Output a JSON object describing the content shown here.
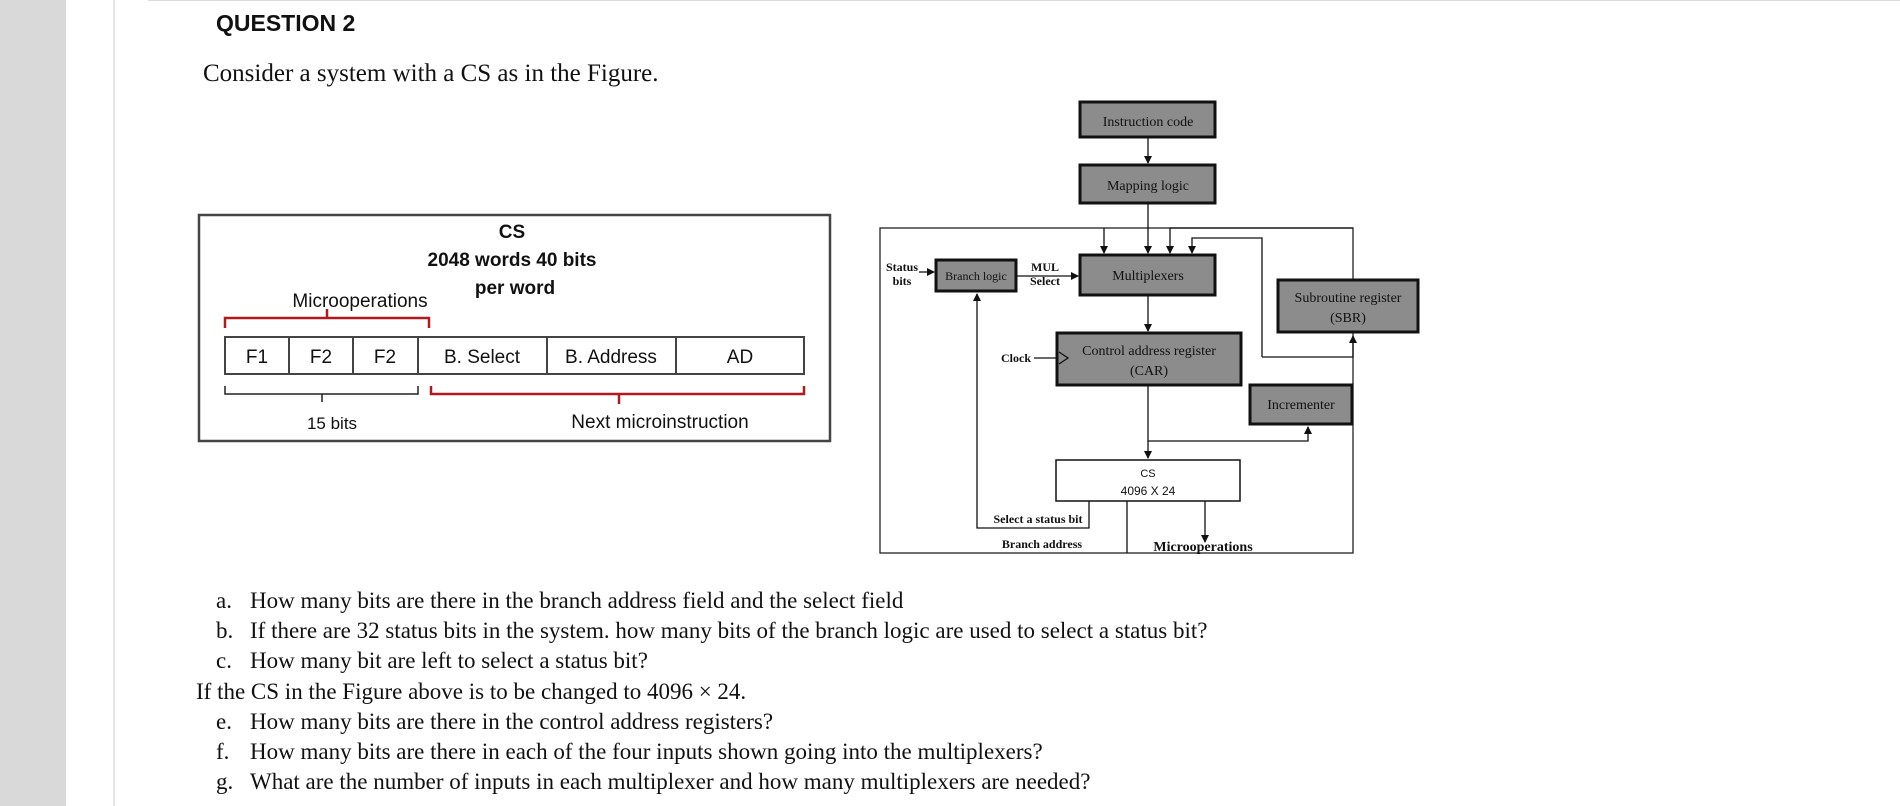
{
  "question": {
    "title": "QUESTION 2",
    "intro": "Consider a system with a CS as in the Figure."
  },
  "cs_format": {
    "header_line1": "CS",
    "header_line2": "2048 words 40 bits",
    "header_line3": "per word",
    "microoperations_label": "Microoperations",
    "fields": [
      "F1",
      "F2",
      "F2",
      "B. Select",
      "B. Address",
      "AD"
    ],
    "bits_label": "15 bits",
    "next_label": "Next microinstruction",
    "bracket_color": "#b0191e"
  },
  "block_diagram": {
    "instruction_code": "Instruction code",
    "mapping_logic": "Mapping logic",
    "status_bits_line1": "Status",
    "status_bits_line2": "bits",
    "branch_logic": "Branch logic",
    "mul_select_line1": "MUL",
    "mul_select_line2": "Select",
    "multiplexers": "Multiplexers",
    "subroutine_line1": "Subroutine register",
    "subroutine_line2": "(SBR)",
    "clock": "Clock",
    "car_line1": "Control address register",
    "car_line2": "(CAR)",
    "incrementer": "Incrementer",
    "cs_line1": "CS",
    "cs_line2": "4096 X 24",
    "select_status_bit": "Select a status bit",
    "branch_address": "Branch address",
    "microoperations": "Microoperations",
    "box_fill": "#8c8c8c"
  },
  "questions": {
    "a": {
      "label": "a.",
      "text": "How many bits are there in the branch address field and the select field"
    },
    "b": {
      "label": "b.",
      "text": "If there are 32 status bits in the system. how many bits of the branch logic are used to select a status bit?"
    },
    "c": {
      "label": "c.",
      "text": "How many bit are left to select a status bit?"
    },
    "mid": "If the CS in the Figure above is to be changed to 4096 × 24.",
    "e": {
      "label": "e.",
      "text": "How many bits are there in the control address registers?"
    },
    "f": {
      "label": "f.",
      "text": "How many bits are there in each of the four inputs shown going into the multiplexers?"
    },
    "g": {
      "label": "g.",
      "text": "What are the number of inputs in each multiplexer and how many multiplexers are needed?"
    }
  }
}
